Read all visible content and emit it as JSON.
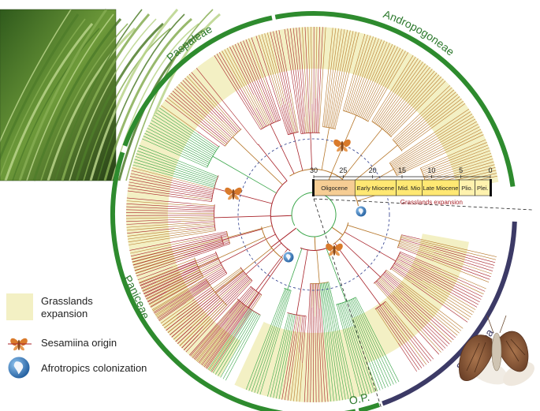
{
  "clades": {
    "paspaleae": "Paspaleae",
    "andropogoneae": "Andropogoneae",
    "paniceae": "Paniceae",
    "sesamiina": "Sesamiina",
    "op": "O.P."
  },
  "timescale": {
    "ticks": [
      "30",
      "25",
      "20",
      "15",
      "10",
      "5",
      "0"
    ],
    "epochs": [
      {
        "name": "Oligocene",
        "from": 30,
        "to": 23,
        "color": "#f6cd94"
      },
      {
        "name": "Early Miocene",
        "from": 23,
        "to": 16,
        "color": "#ffe873"
      },
      {
        "name": "Mid. Mio",
        "from": 16,
        "to": 11.6,
        "color": "#ffe873"
      },
      {
        "name": "Late Miocene",
        "from": 11.6,
        "to": 5.3,
        "color": "#ffe873"
      },
      {
        "name": "Plio.",
        "from": 5.3,
        "to": 2.6,
        "color": "#fff2ae"
      },
      {
        "name": "Plei.",
        "from": 2.6,
        "to": 0,
        "color": "#fff2ae"
      }
    ],
    "expansion_label": "Grasslands expansion"
  },
  "legend": {
    "grasslands": "Grasslands expansion",
    "origin": "Sesamiina origin",
    "colonization": "Afrotropics colonization"
  },
  "colors": {
    "clade_arc": "#2e8b2e",
    "sesamiina_arc": "#3c3a66",
    "branch_red": "#a8232a",
    "branch_green": "#3aa64a",
    "branch_brown": "#b7782c",
    "grassland_band": "#f3f0c4"
  },
  "icons": {
    "moth": "moth-icon",
    "africa": "africa-globe-icon",
    "grass": "grass-photo",
    "moth_photo": "moth-photo"
  }
}
